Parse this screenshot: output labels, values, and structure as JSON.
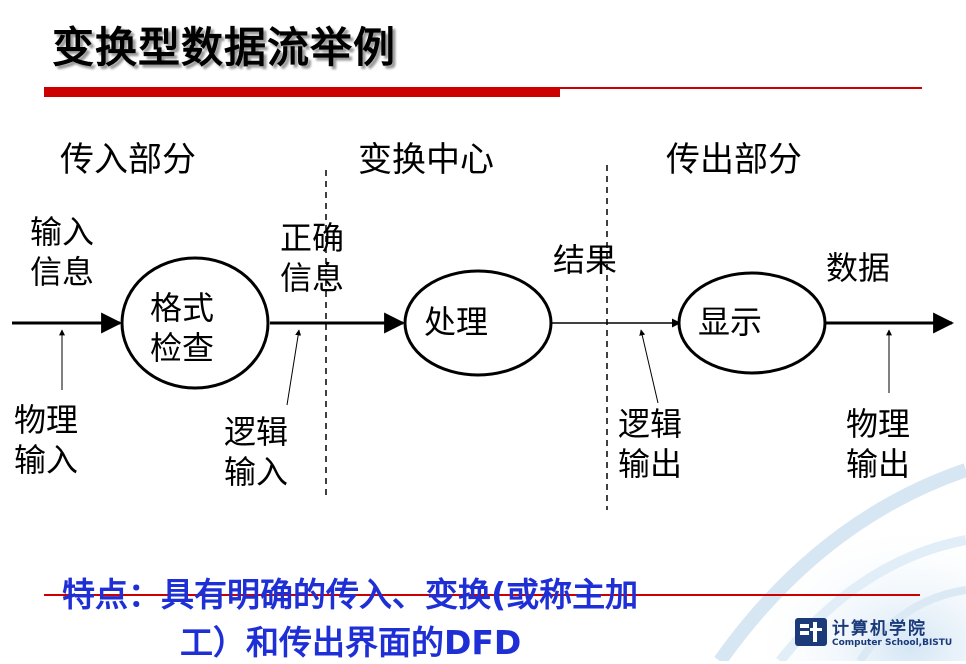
{
  "title": "变换型数据流举例",
  "sections": [
    "传入部分",
    "变换中心",
    "传出部分"
  ],
  "labels": {
    "input_info": [
      "输入",
      "信息"
    ],
    "physical_input": [
      "物理",
      "输入"
    ],
    "correct_info": [
      "正确",
      "信息"
    ],
    "logical_input": [
      "逻辑",
      "输入"
    ],
    "result": "结果",
    "logical_output": [
      "逻辑",
      "输出"
    ],
    "data": "数据",
    "physical_output": [
      "物理",
      "输出"
    ]
  },
  "nodes": {
    "format_check": [
      "格式",
      "检查"
    ],
    "process": "处理",
    "display": "显示"
  },
  "note": {
    "line1": "特点：具有明确的传入、变换(或称主加",
    "line2": "工）和传出界面的DFD"
  },
  "logo": {
    "name": "计算机学院",
    "sub": "Computer School,BISTU"
  },
  "colors": {
    "title_bar": "#cc0000",
    "note_text": "#1f2fd6",
    "logo": "#1a3a7a"
  }
}
